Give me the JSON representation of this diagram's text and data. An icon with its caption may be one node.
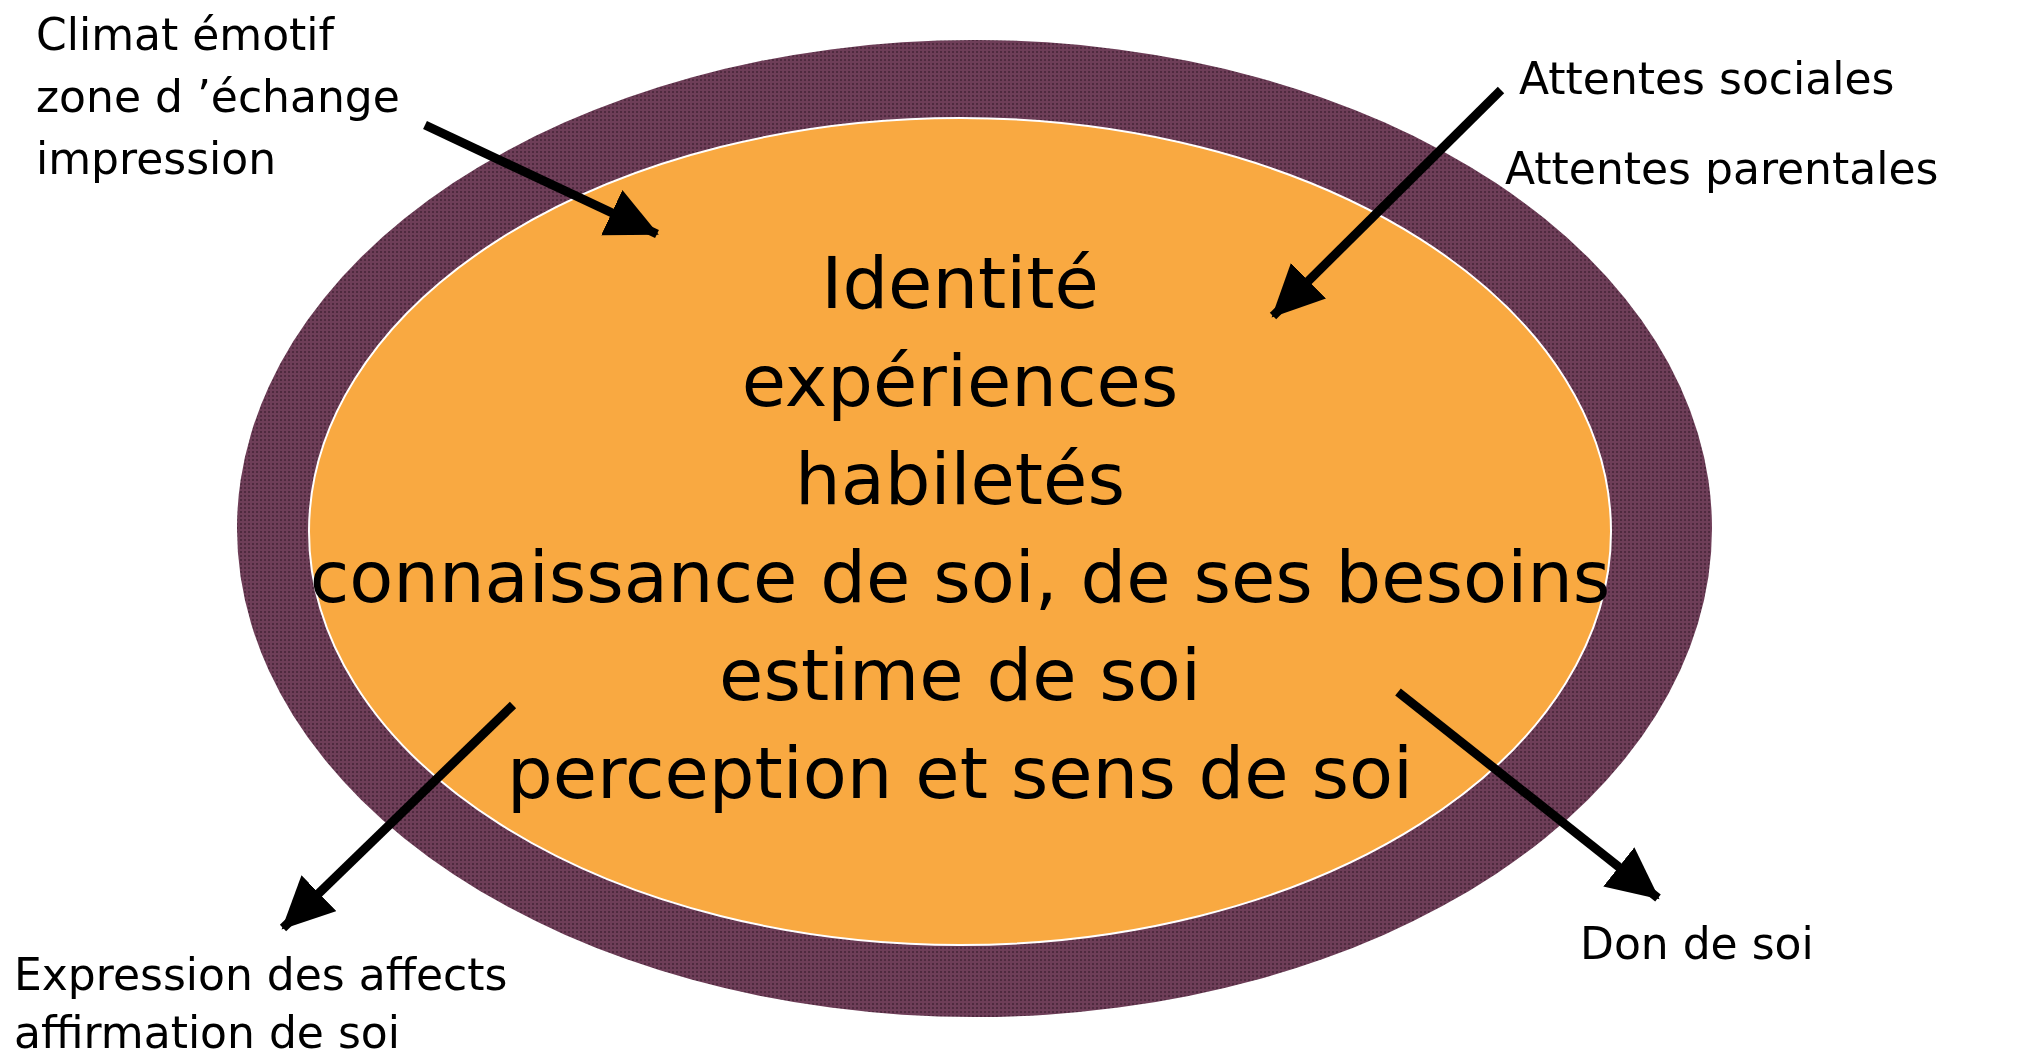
{
  "diagram": {
    "nodes": [
      {
        "text": [],
        "shape": "ellipse"
      },
      {
        "text": [
          "Identité",
          "expériences",
          "habiletés",
          "connaissance de soi, de ses besoins",
          "estime de soi",
          "perception et sens de soi"
        ],
        "in": 0
      },
      {
        "text": [
          "Climat émotif",
          "zone d ’échange",
          "impression"
        ]
      },
      {
        "text": [
          "Attentes sociales",
          "Attentes parentales"
        ]
      },
      {
        "text": [
          "Expression des affects",
          "affirmation de soi"
        ]
      },
      {
        "text": [
          "Don de soi"
        ]
      }
    ],
    "edges": [
      {
        "from": 2,
        "to": 1,
        "arrow": "to"
      },
      {
        "from": 3,
        "to": 1,
        "arrow": "to"
      },
      {
        "from": 1,
        "to": 4,
        "arrow": "to"
      },
      {
        "from": 1,
        "to": 5,
        "arrow": "to"
      }
    ]
  }
}
